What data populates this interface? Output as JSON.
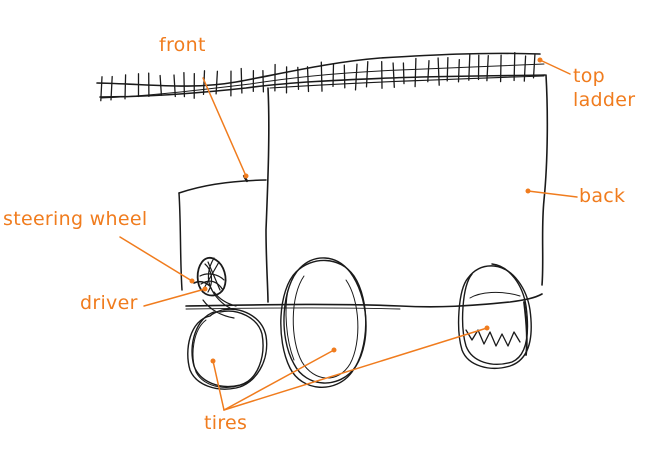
{
  "colors": {
    "ink": "#1a1a1a",
    "accent": "#f07c1e",
    "background": "#ffffff"
  },
  "labels": {
    "front": "front",
    "top_ladder_line1": "top",
    "top_ladder_line2": "ladder",
    "back": "back",
    "steering_wheel": "steering wheel",
    "driver": "driver",
    "tires": "tires"
  }
}
